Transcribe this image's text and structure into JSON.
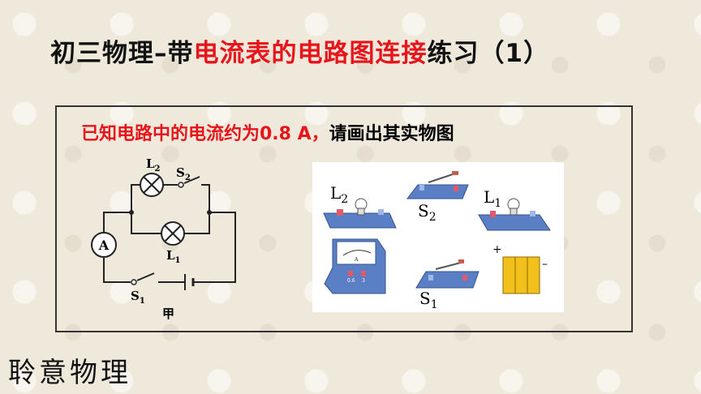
{
  "title": {
    "part1": "初三物理–带",
    "part2": "电流表的电路图连接",
    "part3": "练习（1）"
  },
  "question": {
    "red": "已知电路中的电流约为0.8 A，",
    "black": "请画出其实物图"
  },
  "circuit": {
    "L2": "L",
    "L2sub": "2",
    "S2": "S",
    "S2sub": "2",
    "L1": "L",
    "L1sub": "1",
    "S1": "S",
    "S1sub": "1",
    "ammeter": "A",
    "caption": "甲"
  },
  "objects": {
    "L2": "L",
    "L2sub": "2",
    "S2": "S",
    "S2sub": "2",
    "L1": "L",
    "L1sub": "1",
    "S1": "S",
    "S1sub": "1",
    "meter_a": "A",
    "meter_06": "0.6",
    "meter_3": "3",
    "plus": "+",
    "minus": "–"
  },
  "brand": "聆意物理"
}
